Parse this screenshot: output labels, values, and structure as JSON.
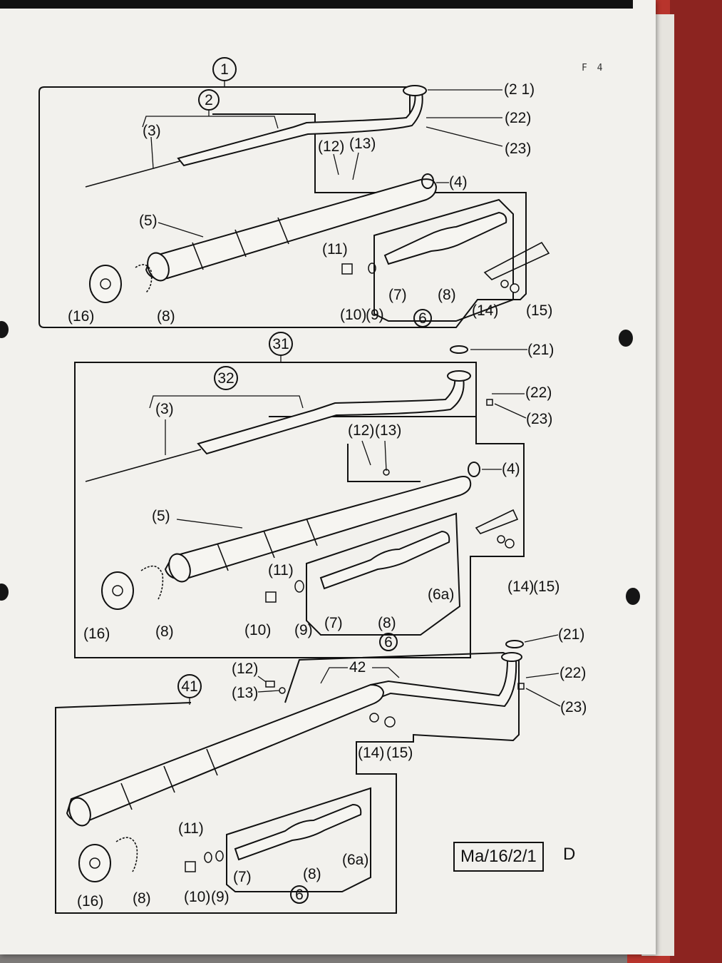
{
  "page": {
    "page_code": "F 4",
    "sheet_code": "Ma/16/2/1",
    "sheet_suffix": "D"
  },
  "assemblies": [
    {
      "id": "1",
      "label": "1"
    },
    {
      "id": "31",
      "label": "31"
    },
    {
      "id": "41",
      "label": "41"
    }
  ],
  "callouts": {
    "c2": "2",
    "c32": "32",
    "c42": "42",
    "c6": "6",
    "p3": "(3)",
    "p4": "(4)",
    "p5": "(5)",
    "p6a": "(6a)",
    "p7": "(7)",
    "p8": "(8)",
    "p9": "(9)",
    "p10": "(10)",
    "p11": "(11)",
    "p12": "(12)",
    "p13": "(13)",
    "p14": "(14)",
    "p15": "(15)",
    "p16": "(16)",
    "p21": "(21)",
    "p21s": "(2 1)",
    "p22": "(22)",
    "p23": "(23)"
  }
}
